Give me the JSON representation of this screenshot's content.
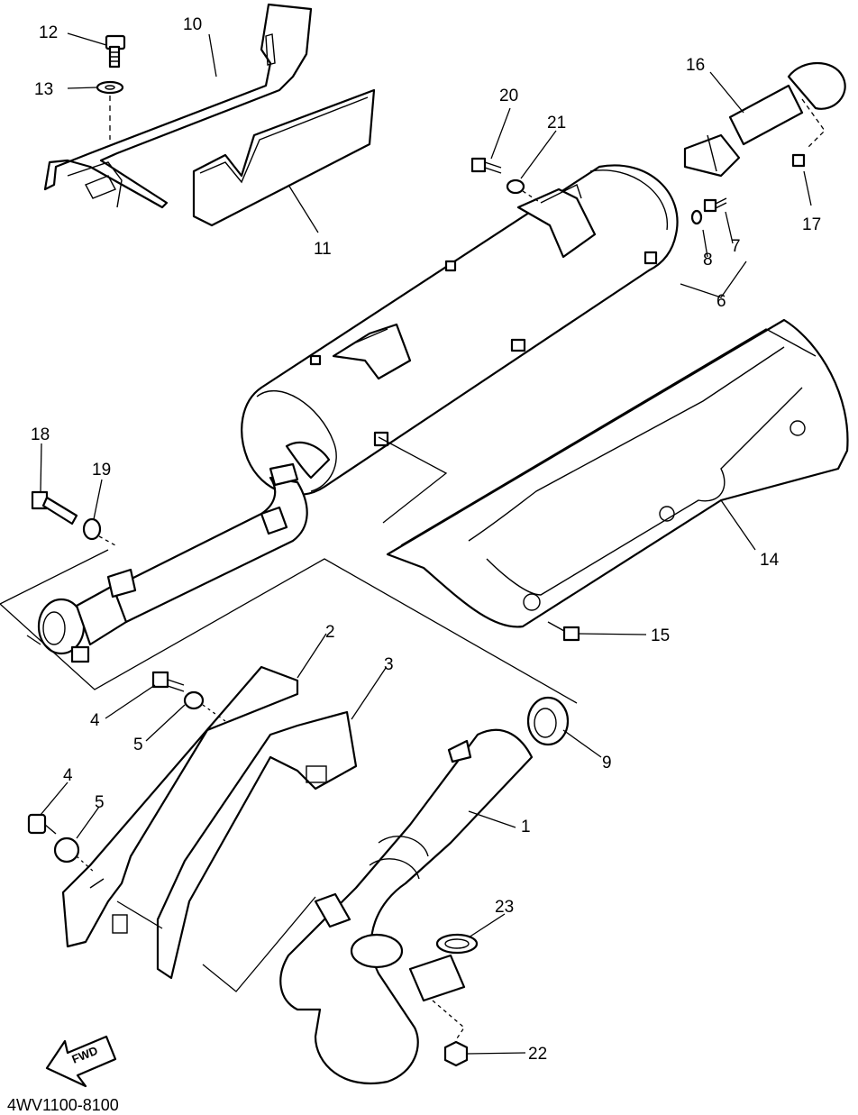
{
  "diagram_code": "4WV1100-8100",
  "direction_arrow_label": "FWD",
  "callouts": {
    "c1": "1",
    "c2": "2",
    "c3": "3",
    "c4a": "4",
    "c4b": "4",
    "c5a": "5",
    "c5b": "5",
    "c6": "6",
    "c7": "7",
    "c8": "8",
    "c9": "9",
    "c10": "10",
    "c11": "11",
    "c12": "12",
    "c13": "13",
    "c14": "14",
    "c15": "15",
    "c16": "16",
    "c17": "17",
    "c18": "18",
    "c19": "19",
    "c20": "20",
    "c21": "21",
    "c22": "22",
    "c23": "23"
  }
}
